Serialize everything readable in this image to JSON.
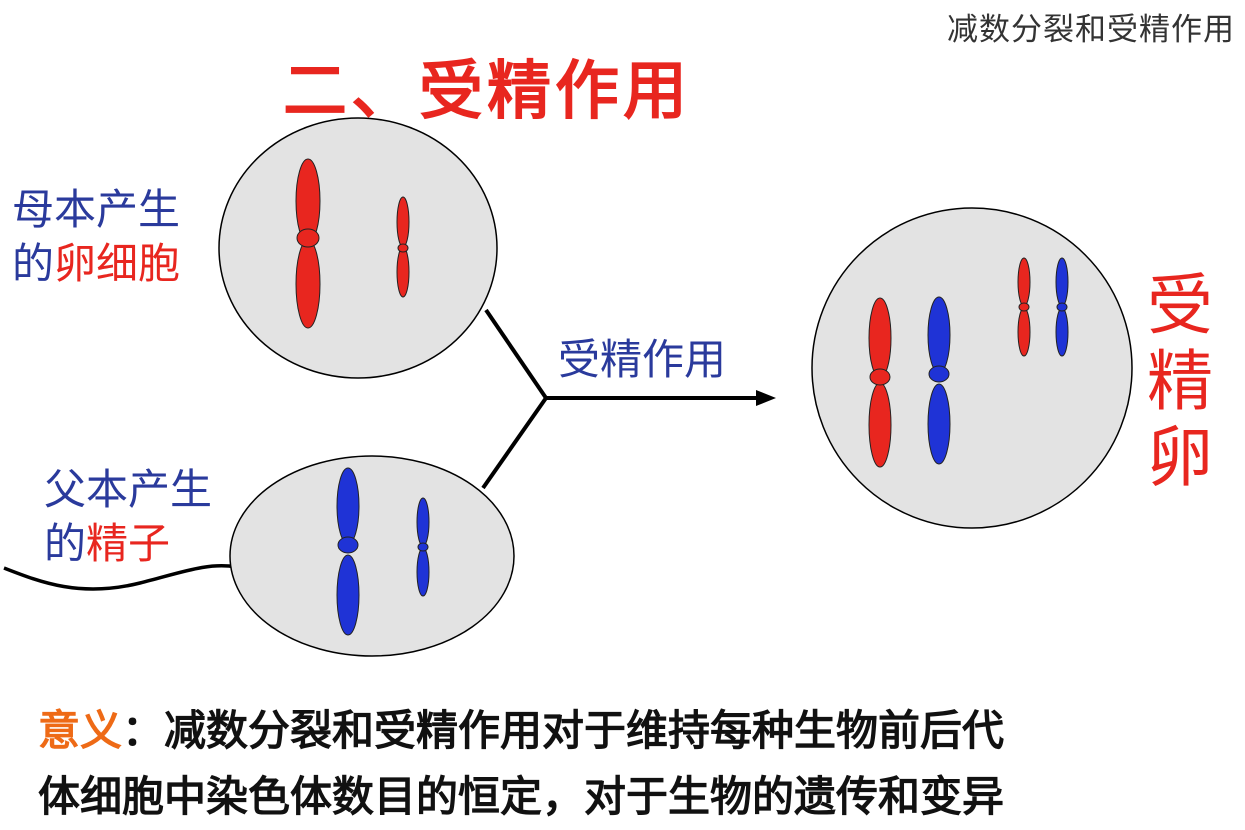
{
  "header": {
    "corner_title": "减数分裂和受精作用"
  },
  "slide": {
    "title": "二、受精作用",
    "mother_label": {
      "line1": "母本产生",
      "line2_prefix": "的",
      "line2_highlight": "卵细胞"
    },
    "father_label": {
      "line1": "父本产生",
      "line2_prefix": "的",
      "line2_highlight": "精子"
    },
    "arrow_label": "受精作用",
    "zygote_label": [
      "受",
      "精",
      "卵"
    ],
    "meaning": {
      "head": "意义",
      "colon": "：",
      "line1": "减数分裂和受精作用对于维持每种生物前后代",
      "line2": "体细胞中染色体数目的恒定，对于生物的遗传和变异"
    }
  },
  "colors": {
    "maternal": "#e8261f",
    "paternal": "#1f33d6",
    "cell_fill": "#e3e3e3",
    "label_blue": "#2a3a9c"
  }
}
